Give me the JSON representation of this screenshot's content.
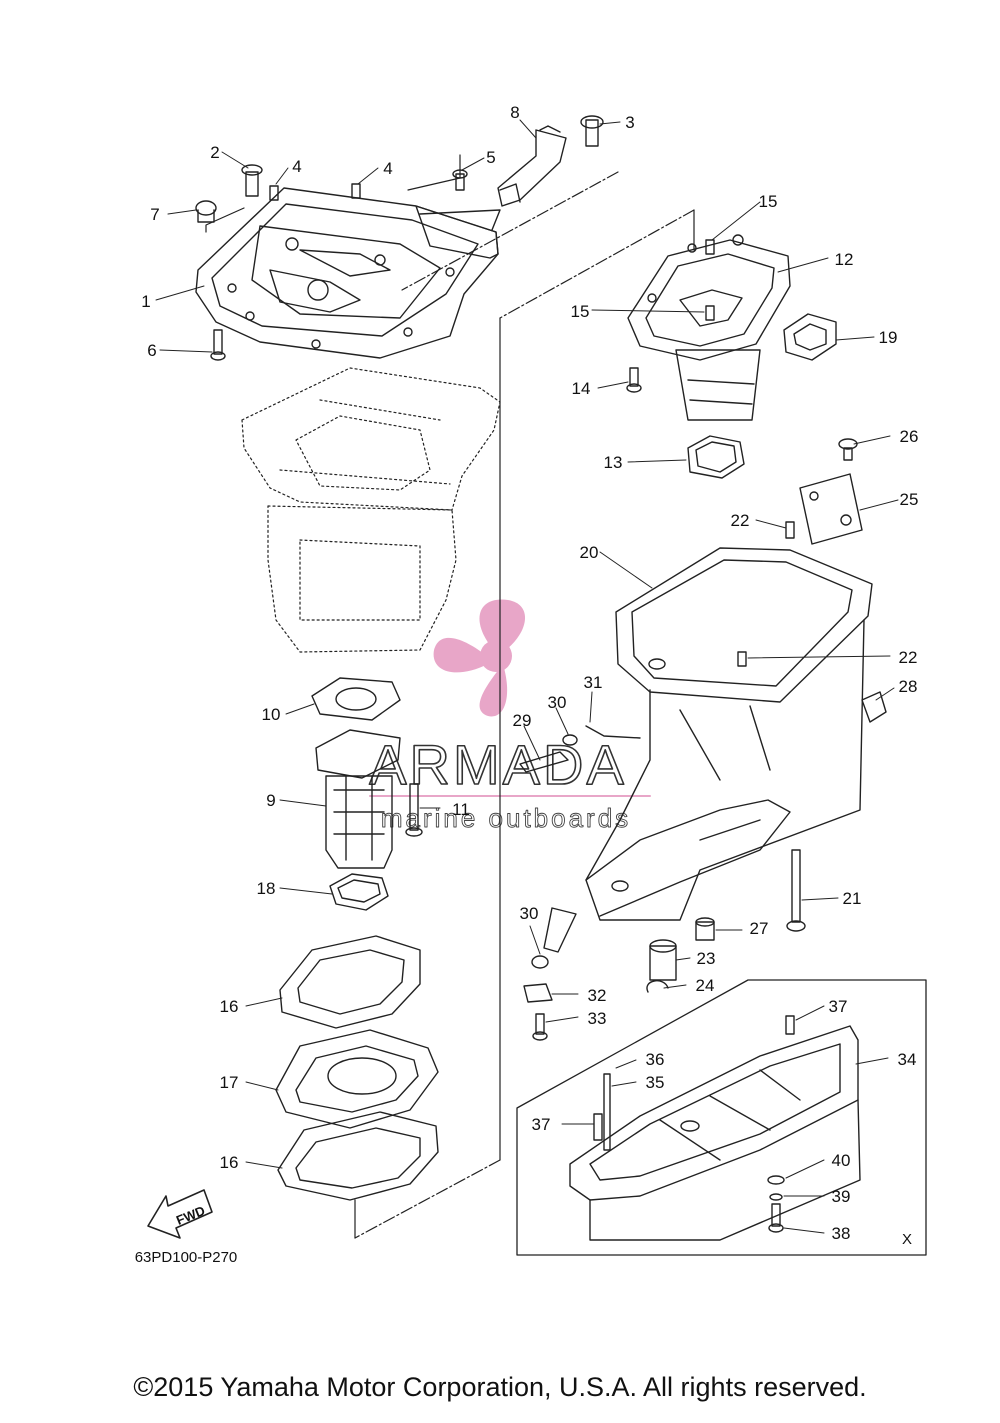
{
  "diagram_code": "63PD100-P270",
  "box_marker": "X",
  "fwd_label": "FWD",
  "watermark": {
    "brand": "ARMADA",
    "tagline": "marine outboards",
    "color": "#e8a6c8"
  },
  "copyright": "©2015 Yamaha Motor Corporation, U.S.A. All rights reserved.",
  "callouts": [
    {
      "id": "c8",
      "text": "8"
    },
    {
      "id": "c3",
      "text": "3"
    },
    {
      "id": "c2",
      "text": "2"
    },
    {
      "id": "c4a",
      "text": "4"
    },
    {
      "id": "c4b",
      "text": "4"
    },
    {
      "id": "c5",
      "text": "5"
    },
    {
      "id": "c7",
      "text": "7"
    },
    {
      "id": "c1",
      "text": "1"
    },
    {
      "id": "c6",
      "text": "6"
    },
    {
      "id": "c15a",
      "text": "15"
    },
    {
      "id": "c12",
      "text": "12"
    },
    {
      "id": "c15b",
      "text": "15"
    },
    {
      "id": "c19",
      "text": "19"
    },
    {
      "id": "c14",
      "text": "14"
    },
    {
      "id": "c13",
      "text": "13"
    },
    {
      "id": "c26",
      "text": "26"
    },
    {
      "id": "c25",
      "text": "25"
    },
    {
      "id": "c22a",
      "text": "22"
    },
    {
      "id": "c20",
      "text": "20"
    },
    {
      "id": "c22b",
      "text": "22"
    },
    {
      "id": "c28",
      "text": "28"
    },
    {
      "id": "c10",
      "text": "10"
    },
    {
      "id": "c30a",
      "text": "30"
    },
    {
      "id": "c31",
      "text": "31"
    },
    {
      "id": "c29",
      "text": "29"
    },
    {
      "id": "c9",
      "text": "9"
    },
    {
      "id": "c11",
      "text": "11"
    },
    {
      "id": "c18",
      "text": "18"
    },
    {
      "id": "c21",
      "text": "21"
    },
    {
      "id": "c30b",
      "text": "30"
    },
    {
      "id": "c27",
      "text": "27"
    },
    {
      "id": "c23",
      "text": "23"
    },
    {
      "id": "c24",
      "text": "24"
    },
    {
      "id": "c32",
      "text": "32"
    },
    {
      "id": "c33",
      "text": "33"
    },
    {
      "id": "c16a",
      "text": "16"
    },
    {
      "id": "c37a",
      "text": "37"
    },
    {
      "id": "c34",
      "text": "34"
    },
    {
      "id": "c36",
      "text": "36"
    },
    {
      "id": "c35",
      "text": "35"
    },
    {
      "id": "c17",
      "text": "17"
    },
    {
      "id": "c37b",
      "text": "37"
    },
    {
      "id": "c16b",
      "text": "16"
    },
    {
      "id": "c40",
      "text": "40"
    },
    {
      "id": "c39",
      "text": "39"
    },
    {
      "id": "c38",
      "text": "38"
    }
  ]
}
